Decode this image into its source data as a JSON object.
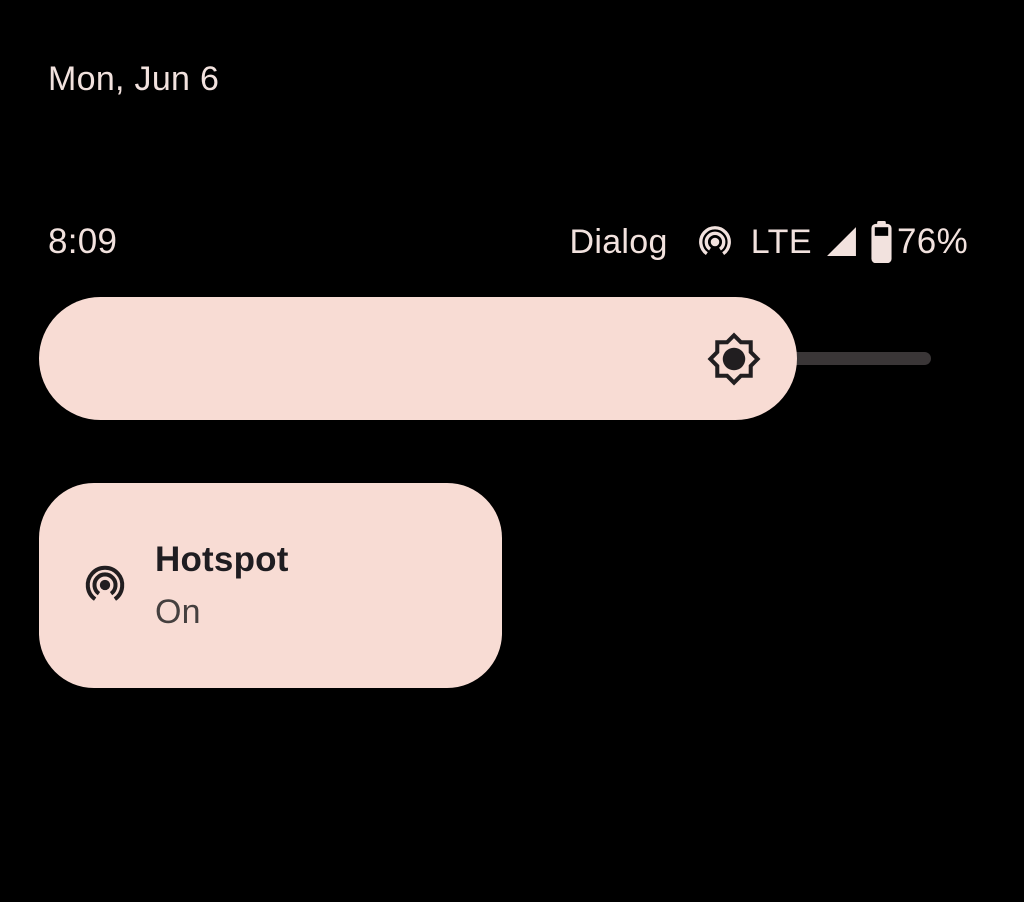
{
  "theme": {
    "background": "#000000",
    "surface_pink": "#F8DCD4",
    "status_text_color": "#F2E2DE",
    "track_color": "#3A3637",
    "tile_title_color": "#1F1D21",
    "tile_state_color": "#45403F",
    "icon_dark_color": "#211E20"
  },
  "lock_header": {
    "date": "Mon, Jun 6"
  },
  "status_bar": {
    "time": "8:09",
    "carrier": "Dialog",
    "network": "LTE",
    "battery_percent": "76%",
    "icons": [
      "hotspot-icon",
      "signal-full-icon",
      "battery-icon"
    ]
  },
  "brightness_slider": {
    "fill_percent": 85,
    "icon": "brightness-icon"
  },
  "tiles": [
    {
      "label": "Hotspot",
      "state": "On",
      "icon": "hotspot-icon",
      "active": true
    }
  ]
}
